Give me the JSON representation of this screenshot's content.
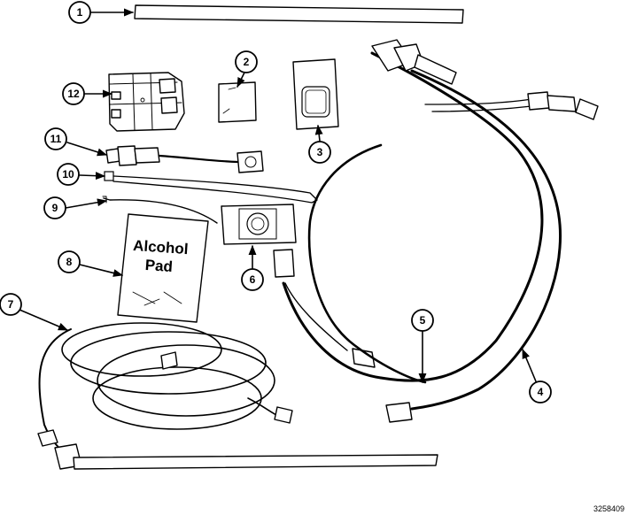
{
  "figure": {
    "id_label": "3258409",
    "alcohol_pad": {
      "line1": "Alcohol",
      "line2": "Pad"
    },
    "callouts": [
      {
        "n": "1"
      },
      {
        "n": "2"
      },
      {
        "n": "3"
      },
      {
        "n": "4"
      },
      {
        "n": "5"
      },
      {
        "n": "6"
      },
      {
        "n": "7"
      },
      {
        "n": "8"
      },
      {
        "n": "9"
      },
      {
        "n": "10"
      },
      {
        "n": "11"
      },
      {
        "n": "12"
      }
    ]
  }
}
